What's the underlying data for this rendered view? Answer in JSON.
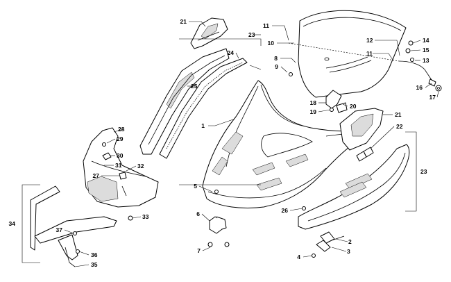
{
  "diagram": {
    "callouts": [
      {
        "id": "c1",
        "text": "1"
      },
      {
        "id": "c2",
        "text": "2"
      },
      {
        "id": "c3",
        "text": "3"
      },
      {
        "id": "c4",
        "text": "4"
      },
      {
        "id": "c5",
        "text": "5"
      },
      {
        "id": "c6",
        "text": "6"
      },
      {
        "id": "c7",
        "text": "7"
      },
      {
        "id": "c8",
        "text": "8"
      },
      {
        "id": "c9",
        "text": "9"
      },
      {
        "id": "c10",
        "text": "10"
      },
      {
        "id": "c11a",
        "text": "11"
      },
      {
        "id": "c11b",
        "text": "11"
      },
      {
        "id": "c12",
        "text": "12"
      },
      {
        "id": "c13",
        "text": "13"
      },
      {
        "id": "c14",
        "text": "14"
      },
      {
        "id": "c15",
        "text": "15"
      },
      {
        "id": "c16",
        "text": "16"
      },
      {
        "id": "c17",
        "text": "17"
      },
      {
        "id": "c18",
        "text": "18"
      },
      {
        "id": "c19",
        "text": "19"
      },
      {
        "id": "c20",
        "text": "20"
      },
      {
        "id": "c21a",
        "text": "21"
      },
      {
        "id": "c21b",
        "text": "21"
      },
      {
        "id": "c22",
        "text": "22"
      },
      {
        "id": "c23a",
        "text": "23"
      },
      {
        "id": "c23b",
        "text": "23"
      },
      {
        "id": "c24",
        "text": "24"
      },
      {
        "id": "c25",
        "text": "25"
      },
      {
        "id": "c26",
        "text": "26"
      },
      {
        "id": "c27",
        "text": "27"
      },
      {
        "id": "c28",
        "text": "28"
      },
      {
        "id": "c29",
        "text": "29"
      },
      {
        "id": "c30",
        "text": "30"
      },
      {
        "id": "c31",
        "text": "31"
      },
      {
        "id": "c32",
        "text": "32"
      },
      {
        "id": "c33",
        "text": "33"
      },
      {
        "id": "c34",
        "text": "34"
      },
      {
        "id": "c35",
        "text": "35"
      },
      {
        "id": "c36",
        "text": "36"
      },
      {
        "id": "c37",
        "text": "37"
      }
    ],
    "colors": {
      "line": "#000000",
      "background": "#ffffff",
      "hatch": "#dcdcdc"
    }
  }
}
